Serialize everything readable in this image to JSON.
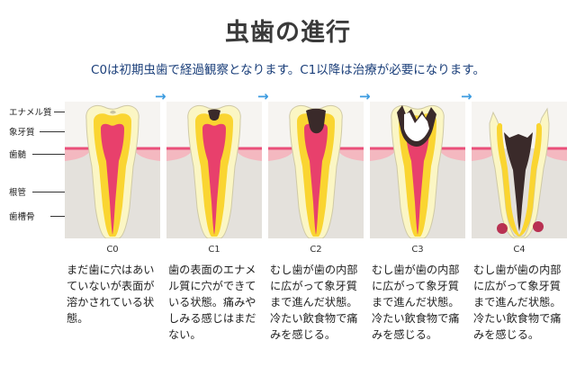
{
  "title": "虫歯の進行",
  "subtitle": "C0は初期虫歯で経過観察となります。C1以降は治療が必要になります。",
  "arrow_glyph": "→",
  "labels": {
    "enamel": "エナメル質",
    "dentin": "象牙質",
    "pulp": "歯髄",
    "root_canal": "根管",
    "alveolar_bone": "歯槽骨"
  },
  "stages": [
    {
      "id": "C0",
      "description": "まだ歯に穴はあいていないが表面が溶かされている状態。"
    },
    {
      "id": "C1",
      "description": "歯の表面のエナメル質に穴ができている状態。痛みやしみる感じはまだない。"
    },
    {
      "id": "C2",
      "description": "むし歯が歯の内部に広がって象牙質まで進んだ状態。冷たい飲食物で痛みを感じる。"
    },
    {
      "id": "C3",
      "description": "むし歯が歯の内部に広がって象牙質まで進んだ状態。冷たい飲食物で痛みを感じる。"
    },
    {
      "id": "C4",
      "description": "むし歯が歯の内部に広がって象牙質まで進んだ状態。冷たい飲食物で痛みを感じる。"
    }
  ],
  "colors": {
    "title": "#3a3a3a",
    "subtitle": "#1b3f7a",
    "arrow": "#3b9be0",
    "bone": "#e4e1dc",
    "gum": "#f4b8c0",
    "gum_edge": "#ea4f7a",
    "enamel": "#fbf6c4",
    "dentin": "#fad531",
    "pulp": "#e8406c",
    "decay": "#3a2a2a"
  }
}
